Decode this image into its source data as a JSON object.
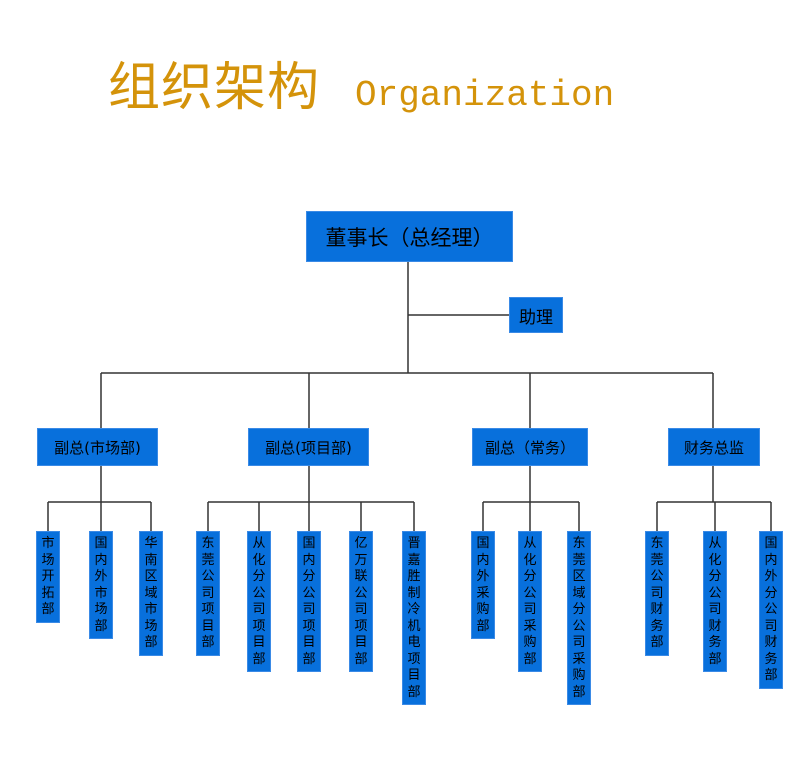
{
  "title": {
    "cn": "组织架构",
    "en": "Organization"
  },
  "colors": {
    "box": "#0870dc",
    "title": "#d4930a",
    "line": "#333333"
  },
  "chart": {
    "root": "董事长（总经理）",
    "assistant": "助理",
    "level2": [
      "副总(市场部)",
      "副总(项目部)",
      "副总（常务）",
      "财务总监"
    ],
    "groups": [
      [
        "市场开拓部",
        "国内外市场部",
        "华南区域市场部"
      ],
      [
        "东莞公司项目部",
        "从化分公司项目部",
        "国内分公司项目部",
        "亿万联公司项目部",
        "晋嘉胜制冷机电项目部"
      ],
      [
        "国内外采购部",
        "从化分公司采购部",
        "东莞区域分公司采购部"
      ],
      [
        "东莞公司财务部",
        "从化分公司财务部",
        "国内外分公司财务部"
      ]
    ]
  }
}
